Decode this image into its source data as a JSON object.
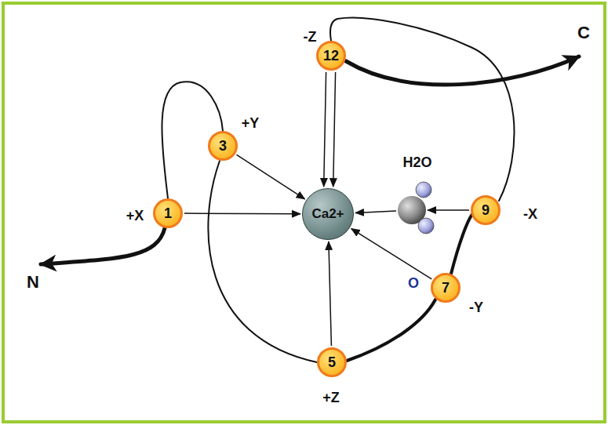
{
  "diagram": {
    "nodes": [
      {
        "text": [
          "12",
          "-Z"
        ]
      },
      {
        "text": [
          "3",
          "+Y"
        ]
      },
      {
        "text": [
          "H2O"
        ]
      },
      {
        "text": [
          "1",
          "+X"
        ]
      },
      {
        "text": [
          "Ca2+"
        ]
      },
      {
        "text": [
          "9",
          "-X"
        ]
      },
      {
        "text": [
          "7",
          "-Y"
        ]
      },
      {
        "text": [
          "5",
          "+Z"
        ]
      }
    ],
    "edges": [
      {
        "from": 0,
        "to": 4,
        "arrow": "to"
      },
      {
        "from": 0,
        "to": 4,
        "arrow": "to"
      },
      {
        "from": 1,
        "to": 4,
        "arrow": "to"
      },
      {
        "from": 3,
        "to": 4,
        "arrow": "to"
      },
      {
        "from": 7,
        "to": 4,
        "arrow": "to"
      },
      {
        "from": 6,
        "to": 4,
        "arrow": "to"
      },
      {
        "from": 2,
        "to": 4,
        "arrow": "to"
      },
      {
        "from": 5,
        "to": 2,
        "arrow": "to"
      }
    ],
    "labels": [
      "N",
      "C",
      "O"
    ]
  }
}
